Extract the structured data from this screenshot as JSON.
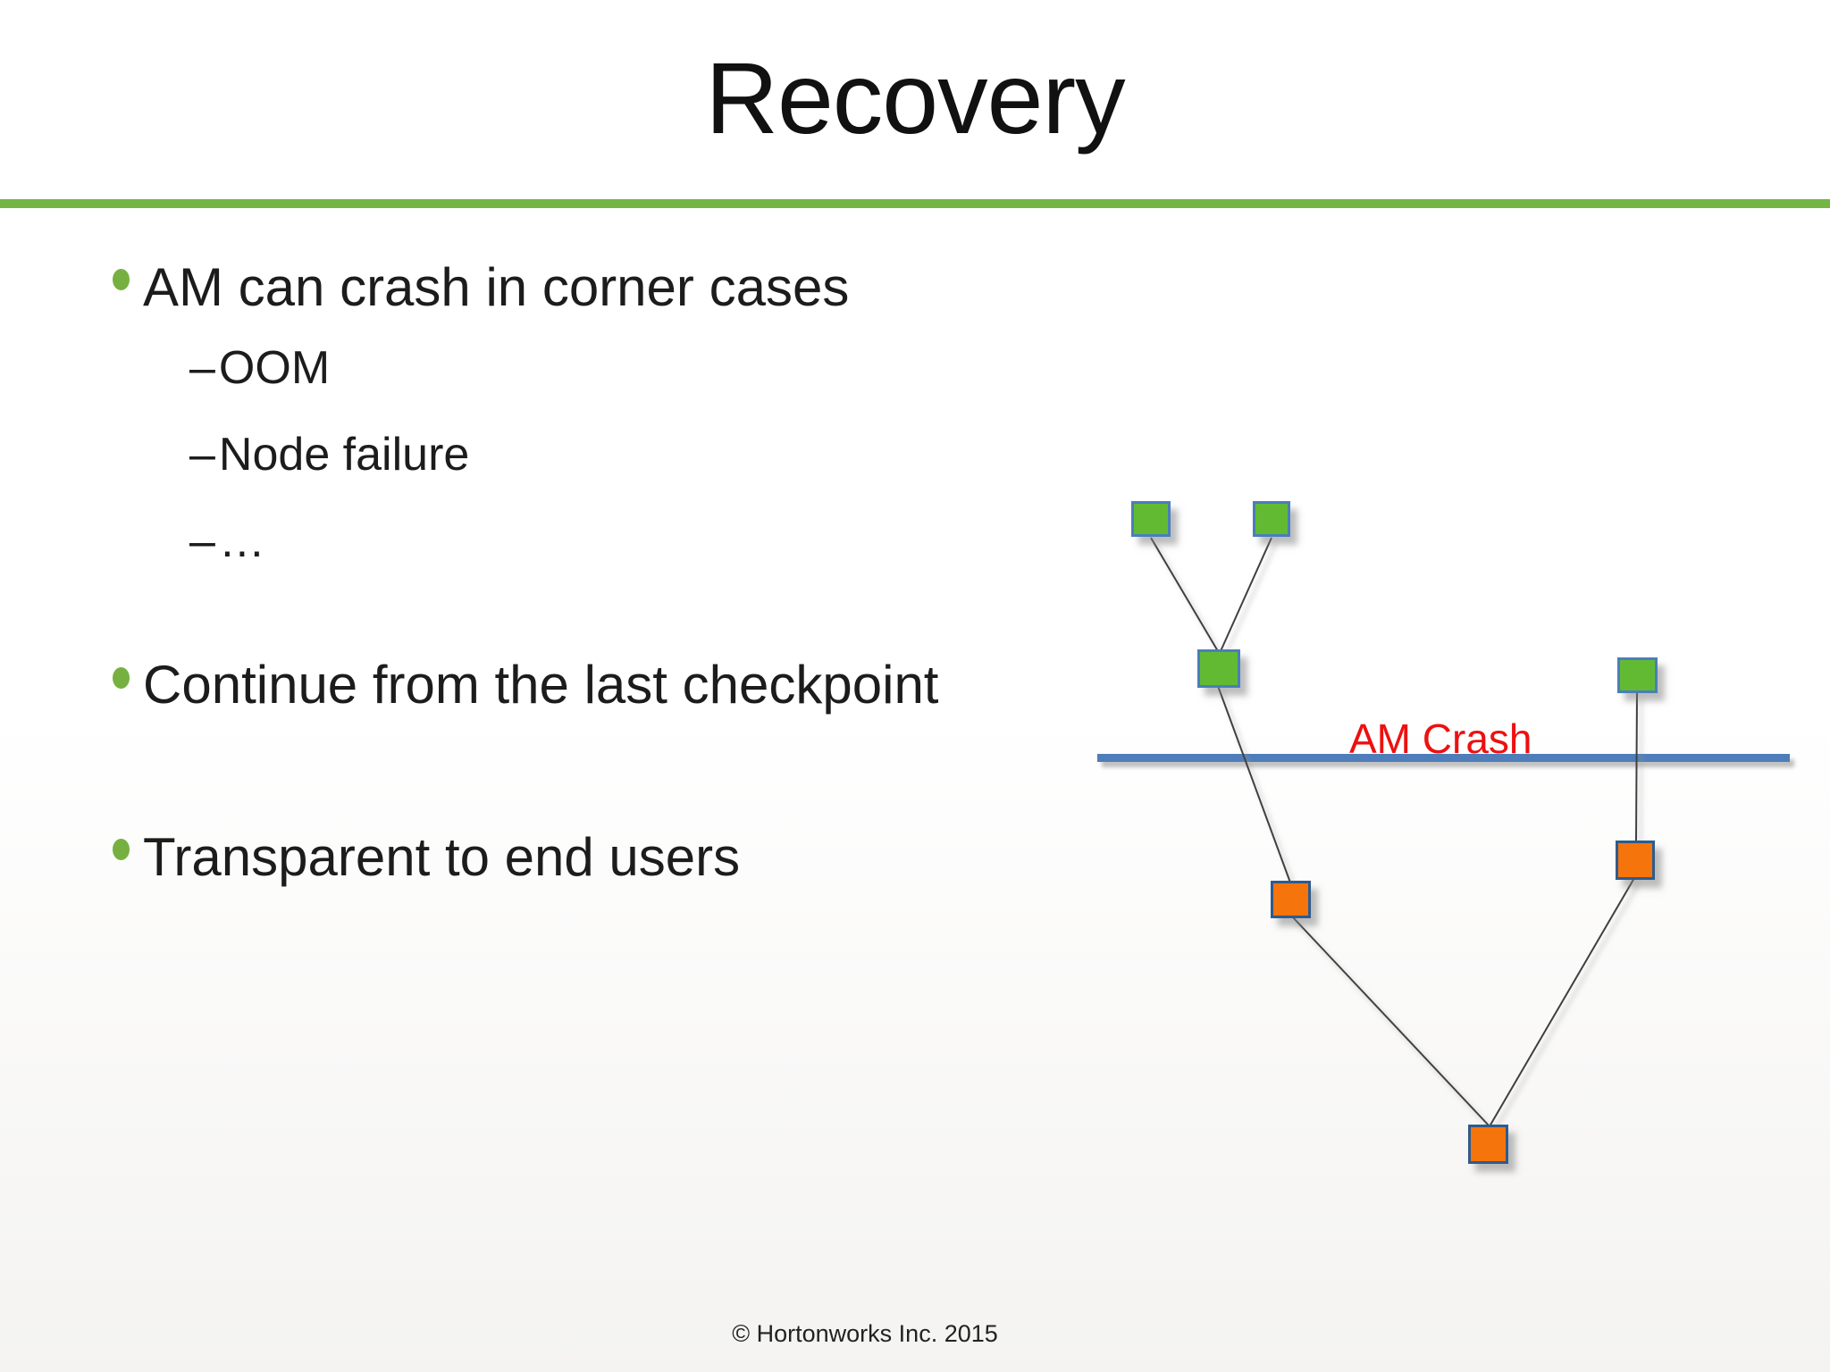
{
  "slide": {
    "title": "Recovery",
    "sub_bullet_marker": "–",
    "bullets": [
      {
        "text": "AM can crash in corner cases",
        "subs": [
          "OOM",
          "Node failure",
          "…"
        ]
      },
      {
        "text": "Continue from the last checkpoint",
        "subs": []
      },
      {
        "text": "Transparent to end users",
        "subs": []
      }
    ],
    "diagram": {
      "crash_label": "AM Crash",
      "green_task_count": 4,
      "orange_task_count": 3,
      "colors": {
        "completed_task_fill": "#62BA33",
        "completed_task_border": "#4A7EBB",
        "rerun_task_fill": "#F5740B",
        "rerun_task_border": "#2E5B8E",
        "crash_timeline": "#4E7DBA",
        "crash_label_red": "#EE1010"
      }
    },
    "theme": {
      "title_rule_green": "#74B543",
      "bullet_dot_green": "#76B041",
      "text_color": "#1C1C1C"
    },
    "footer": "© Hortonworks Inc. 2015"
  }
}
